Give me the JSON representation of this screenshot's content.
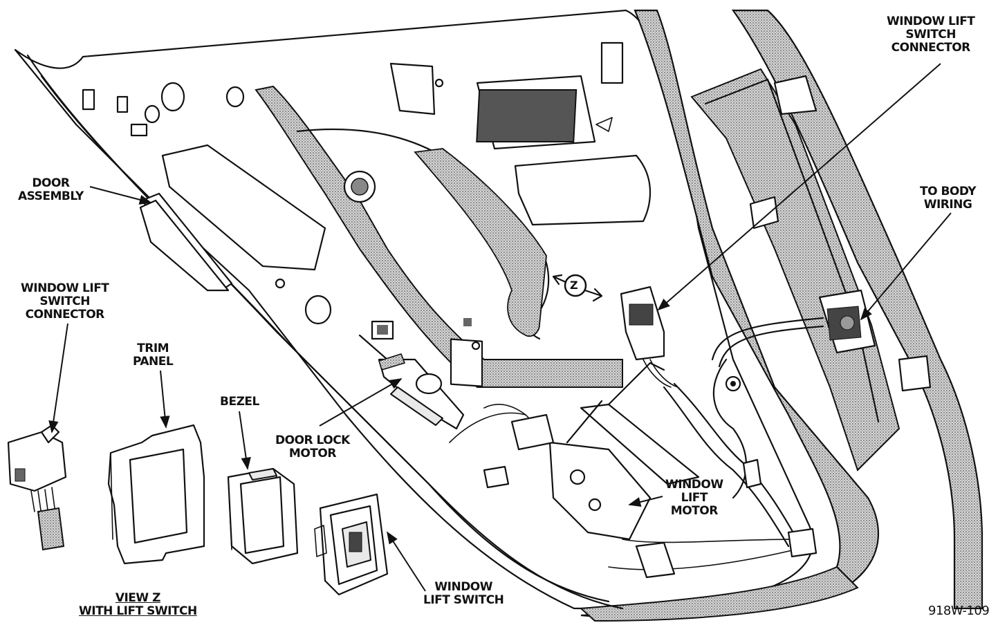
{
  "labels": {
    "window_lift_switch_connector_top": [
      "WINDOW LIFT",
      "SWITCH",
      "CONNECTOR"
    ],
    "to_body_wiring": [
      "TO BODY",
      "WIRING"
    ],
    "door_assembly": [
      "DOOR",
      "ASSEMBLY"
    ],
    "window_lift_switch_connector_left": [
      "WINDOW LIFT",
      "SWITCH",
      "CONNECTOR"
    ],
    "trim_panel": [
      "TRIM",
      "PANEL"
    ],
    "bezel": [
      "BEZEL"
    ],
    "door_lock_motor": [
      "DOOR LOCK",
      "MOTOR"
    ],
    "window_lift_motor": [
      "WINDOW",
      "LIFT",
      "MOTOR"
    ],
    "window_lift_switch": [
      "WINDOW",
      "LIFT SWITCH"
    ],
    "view_z": [
      "VIEW Z",
      "WITH LIFT SWITCH"
    ],
    "view_marker": "Z",
    "figure_ref": "918W-109"
  }
}
